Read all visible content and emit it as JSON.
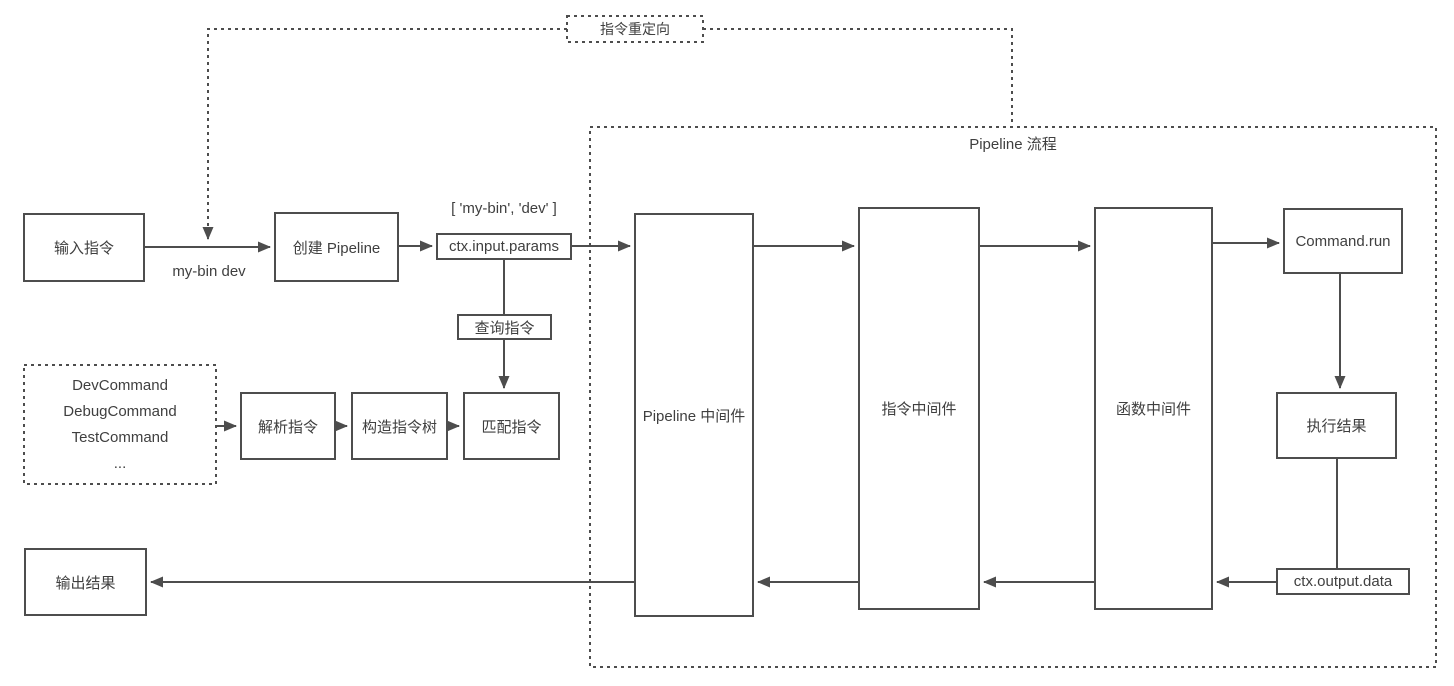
{
  "diagram": {
    "title": "Pipeline 流程",
    "redirect_box": "指令重定向",
    "nodes": {
      "input_command": "输入指令",
      "create_pipeline": "创建 Pipeline",
      "ctx_input_params": "ctx.input.params",
      "query_command": "查询指令",
      "parse_command": "解析指令",
      "build_command_tree": "构造指令树",
      "match_command": "匹配指令",
      "output_result": "输出结果",
      "pipeline_middleware": "Pipeline 中间件",
      "command_middleware": "指令中间件",
      "function_middleware": "函数中间件",
      "command_run": "Command.run",
      "execution_result": "执行结果",
      "ctx_output_data": "ctx.output.data"
    },
    "annotations": {
      "cli_input": "my-bin dev",
      "params_array": "[ 'my-bin', 'dev' ]"
    },
    "command_list": [
      "DevCommand",
      "DebugCommand",
      "TestCommand",
      "..."
    ],
    "colors": {
      "stroke": "#4d4d4d",
      "text": "#3f3f3f",
      "background": "#ffffff"
    }
  }
}
